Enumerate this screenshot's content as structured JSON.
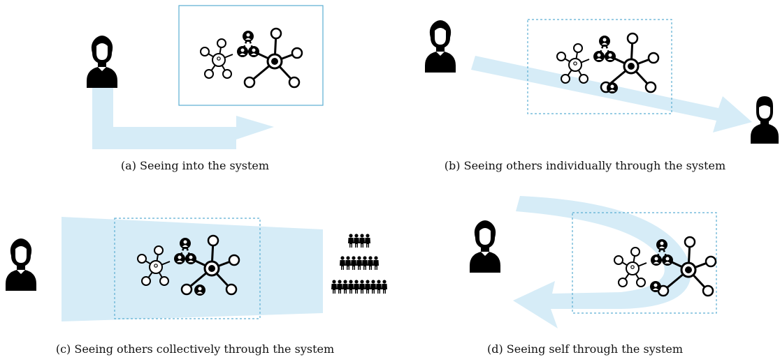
{
  "panels": [
    {
      "id": "a",
      "caption": "(a) Seeing into the system"
    },
    {
      "id": "b",
      "caption": "(b) Seeing others individually through the system"
    },
    {
      "id": "c",
      "caption": "(c) Seeing others collectively through the system"
    },
    {
      "id": "d",
      "caption": "(d) Seeing self through the system"
    }
  ],
  "icons": {
    "viewer": "person-female-icon",
    "other": "person-male-icon",
    "crowd": "crowd-icon",
    "network": "network-graph-icon"
  },
  "colors": {
    "arrow": "#d6ecf7",
    "box_border": "#5aaed3",
    "ink": "#000000"
  }
}
